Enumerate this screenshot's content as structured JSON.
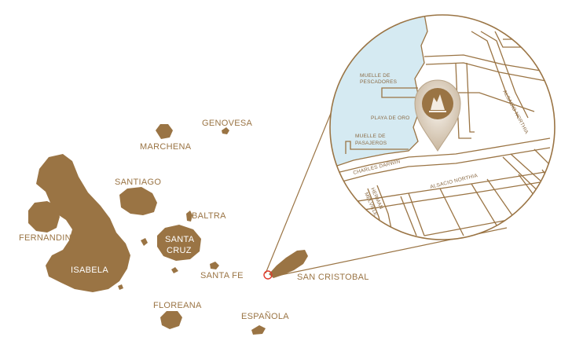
{
  "colors": {
    "island": "#9a7444",
    "sea": "#d5eaf2",
    "street_line": "#9a7444",
    "highlight": "#e0392b"
  },
  "islands": {
    "genovesa": "GENOVESA",
    "marchena": "MARCHENA",
    "santiago": "SANTIAGO",
    "baltra": "BALTRA",
    "fernandina": "FERNANDINA",
    "santa_cruz_line1": "SANTA",
    "santa_cruz_line2": "CRUZ",
    "isabela": "ISABELA",
    "santa_fe": "SANTA FE",
    "san_cristobal": "SAN CRISTOBAL",
    "floreana": "FLOREANA",
    "espanola": "ESPAÑOLA"
  },
  "inset": {
    "muelle_pescadores_line1": "MUELLE DE",
    "muelle_pescadores_line2": "PESCADORES",
    "playa_de_oro": "PLAYA DE ORO",
    "muelle_pasajeros_line1": "MUELLE DE",
    "muelle_pasajeros_line2": "PASAJEROS",
    "charles_darwin": "CHARLES DARWIN",
    "herman_melville_line1": "HERMAN",
    "herman_melville_line2": "MELVILLE",
    "alsacio_northia_1": "ALSACIO NORTHIA",
    "alsacio_northia_2": "ALSACIO NORTHIA",
    "marker_icon": "location-pin-icon"
  }
}
